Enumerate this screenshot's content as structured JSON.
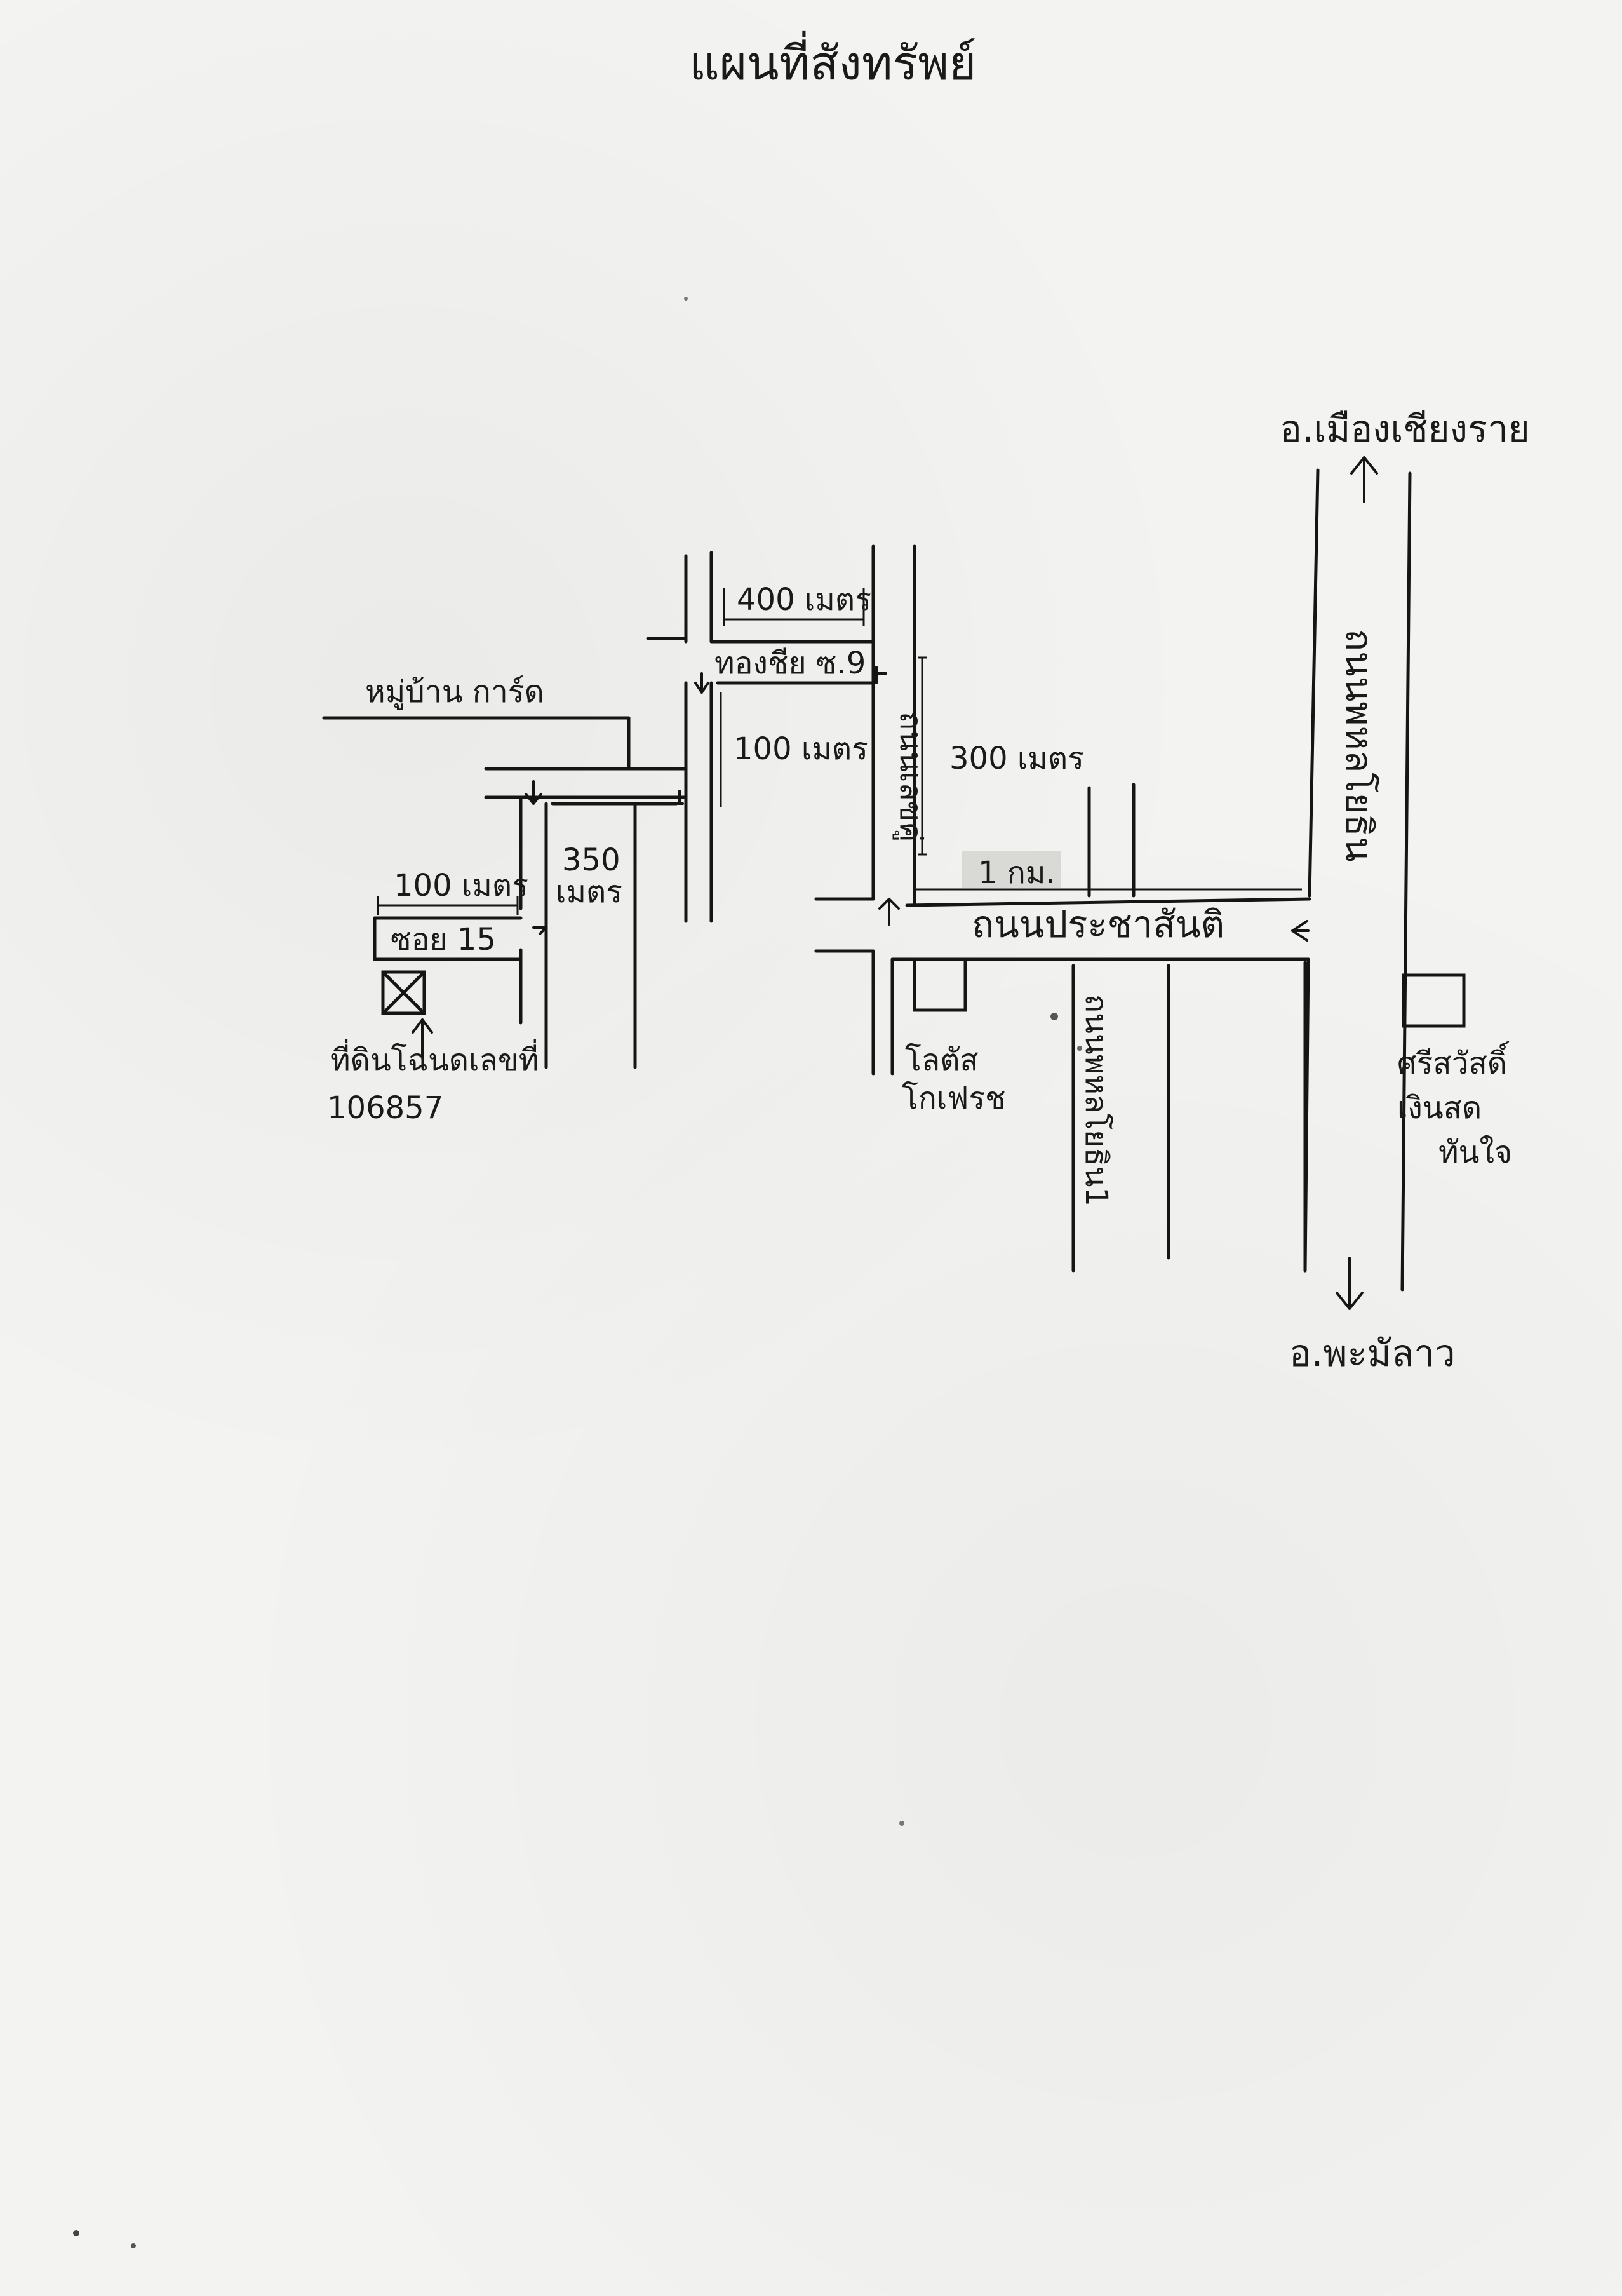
{
  "map": {
    "title": "แผนที่สังทรัพย์",
    "destinations": {
      "north": "อ.เมืองเชียงราย",
      "south": "อ.พะมัลาว"
    },
    "roads": {
      "main_highway": "ถนนพหลโยธิน",
      "prachasan": "ถนนประชาสันติ",
      "secondary_vertical": "ถนนเลขคู่",
      "branch_vertical": "ถนนพหลโยธิน1"
    },
    "places": {
      "village": "หมู่บ้าน การ์ด",
      "lane_9": "ทองชีย ซ.9",
      "lane_15": "ซอย 15",
      "land_plot_line1": "ที่ดินโฉนดเลขที่",
      "land_plot_line2": "106857",
      "store_left_line1": "โลตัส",
      "store_left_line2": "โกเฟรช",
      "store_right_line1": "ศรีสวัสดิ์",
      "store_right_line2": "เงินสด",
      "store_right_line3": "ทันใจ"
    },
    "distances": {
      "d400": "400 เมตร",
      "d100_upper": "100 เมตร",
      "d300": "300 เมตร",
      "d1km": "1 กม.",
      "d350_line1": "350",
      "d350_line2": "เมตร",
      "d100_lower": "100 เมตร"
    },
    "icons": {
      "destination_plot": "crossed-box-icon",
      "store": "square-icon",
      "direction": "arrow-icon"
    }
  }
}
